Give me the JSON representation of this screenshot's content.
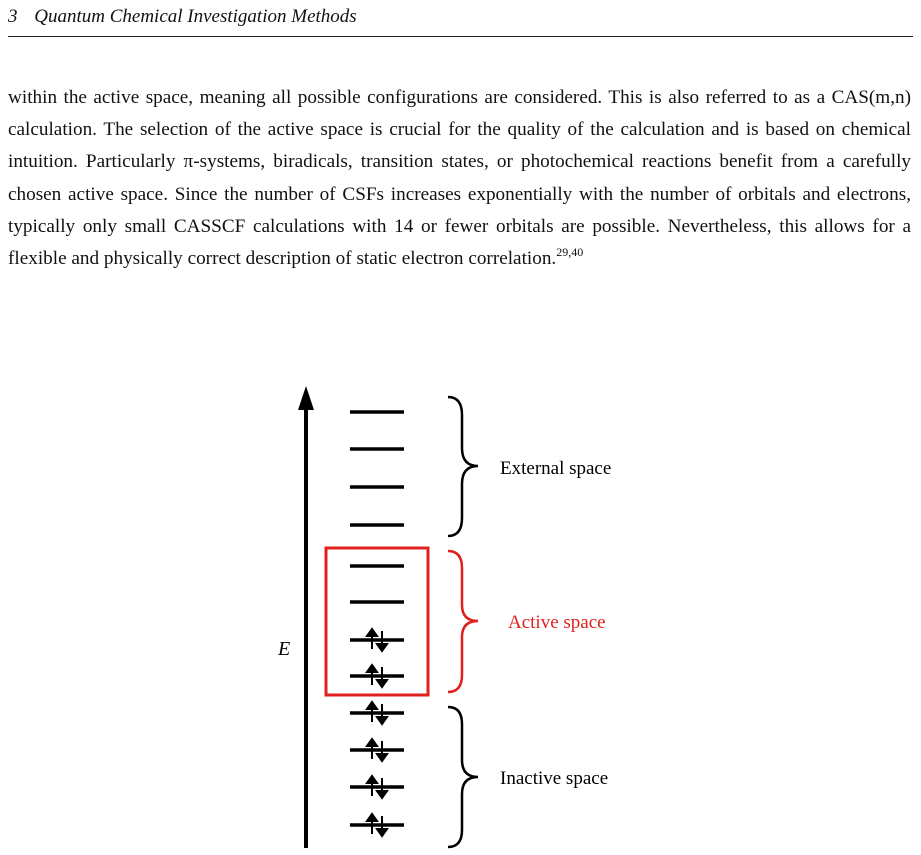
{
  "header": {
    "chapter_number": "3",
    "chapter_title": "Quantum Chemical Investigation Methods"
  },
  "paragraph": {
    "text": "within the active space, meaning all possible configurations are considered. This is also referred to as a CAS(m,n) calculation. The selection of the active space is crucial for the quality of the calculation and is based on chemical intuition. Particularly π-systems, biradicals, transition states, or photochemical reactions benefit from a carefully chosen active space. Since the number of CSFs increases exponentially with the number of orbitals and electrons, typically only small CASSCF calculations with 14 or fewer orbitals are possible. Nevertheless, this allows for a flexible and physically correct description of static electron correlation.",
    "citation": "29,40"
  },
  "figure": {
    "axis_label": "E",
    "external_label": "External space",
    "active_label": "Active space",
    "inactive_label": "Inactive space",
    "active_color": "#e0201c",
    "line_color": "#000000",
    "external_orbitals": 4,
    "active_empty_orbitals": 2,
    "active_filled_orbitals": 2,
    "inactive_orbitals": 4
  }
}
